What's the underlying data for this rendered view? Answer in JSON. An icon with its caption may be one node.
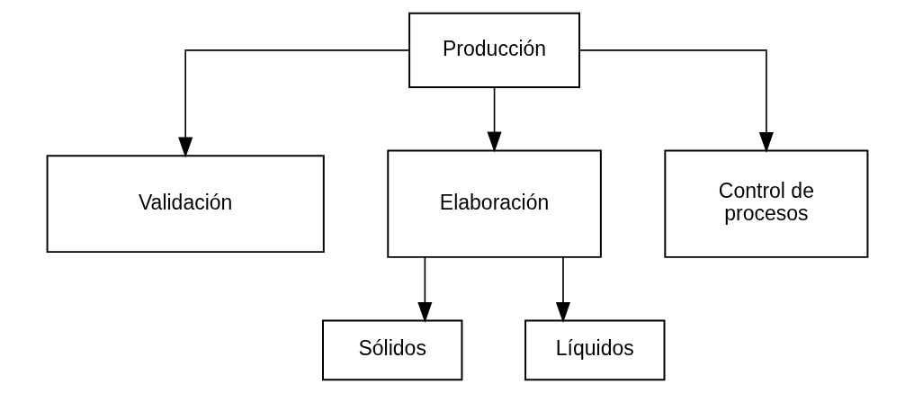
{
  "diagram": {
    "nodes": [
      {
        "text": [
          "Producción"
        ]
      },
      {
        "text": [
          "Validación"
        ]
      },
      {
        "text": [
          "Elaboración"
        ]
      },
      {
        "text": [
          "Control de procesos"
        ]
      },
      {
        "text": [
          "Sólidos"
        ]
      },
      {
        "text": [
          "Líquidos"
        ]
      }
    ],
    "edges": [
      {
        "from": 0,
        "to": 1,
        "arrow": "to"
      },
      {
        "from": 0,
        "to": 2,
        "arrow": "to"
      },
      {
        "from": 0,
        "to": 3,
        "arrow": "to"
      },
      {
        "from": 2,
        "to": 4,
        "arrow": "to"
      },
      {
        "from": 2,
        "to": 5,
        "arrow": "to"
      }
    ]
  }
}
